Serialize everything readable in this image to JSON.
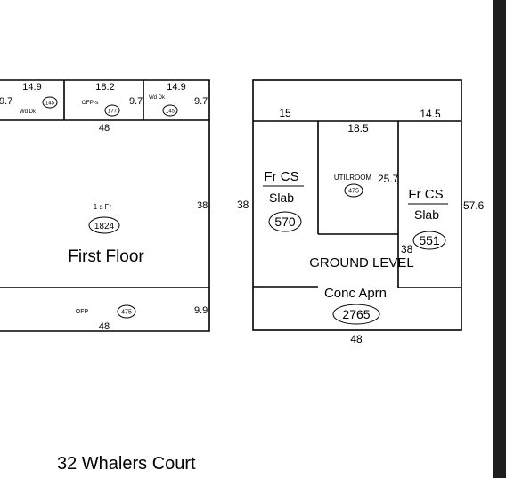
{
  "caption": "32 Whalers Court",
  "first_floor": {
    "top_dims": [
      "14.9",
      "18.2",
      "14.9"
    ],
    "side_dims": [
      "9.7",
      "9.7",
      "9.7"
    ],
    "top_rooms": [
      {
        "label": "Wd Dk",
        "area": "145"
      },
      {
        "label": "OFP-s",
        "area": "177"
      },
      {
        "label": "Wd Dk",
        "area": "145"
      }
    ],
    "width_top": "48",
    "main_label": "1 s Fr",
    "main_area": "1824",
    "main_height": "38",
    "title": "First Floor",
    "porch_label": "OFP",
    "porch_area": "475",
    "porch_height": "9.9",
    "width_bottom": "48"
  },
  "ground_level": {
    "top_dims": [
      "15",
      "18.5",
      "14.5"
    ],
    "left_height": "38",
    "right_height": "57.6",
    "left_room": {
      "line1": "Fr CS",
      "line2": "Slab",
      "area": "570"
    },
    "util_room": {
      "label": "UTILROOM",
      "area": "475",
      "depth": "25.7"
    },
    "right_room": {
      "line1": "Fr CS",
      "line2": "Slab",
      "area": "551",
      "height": "38"
    },
    "title": "GROUND LEVEL",
    "apron": {
      "label": "Conc Aprn",
      "area": "2765"
    },
    "width_bottom": "48"
  }
}
